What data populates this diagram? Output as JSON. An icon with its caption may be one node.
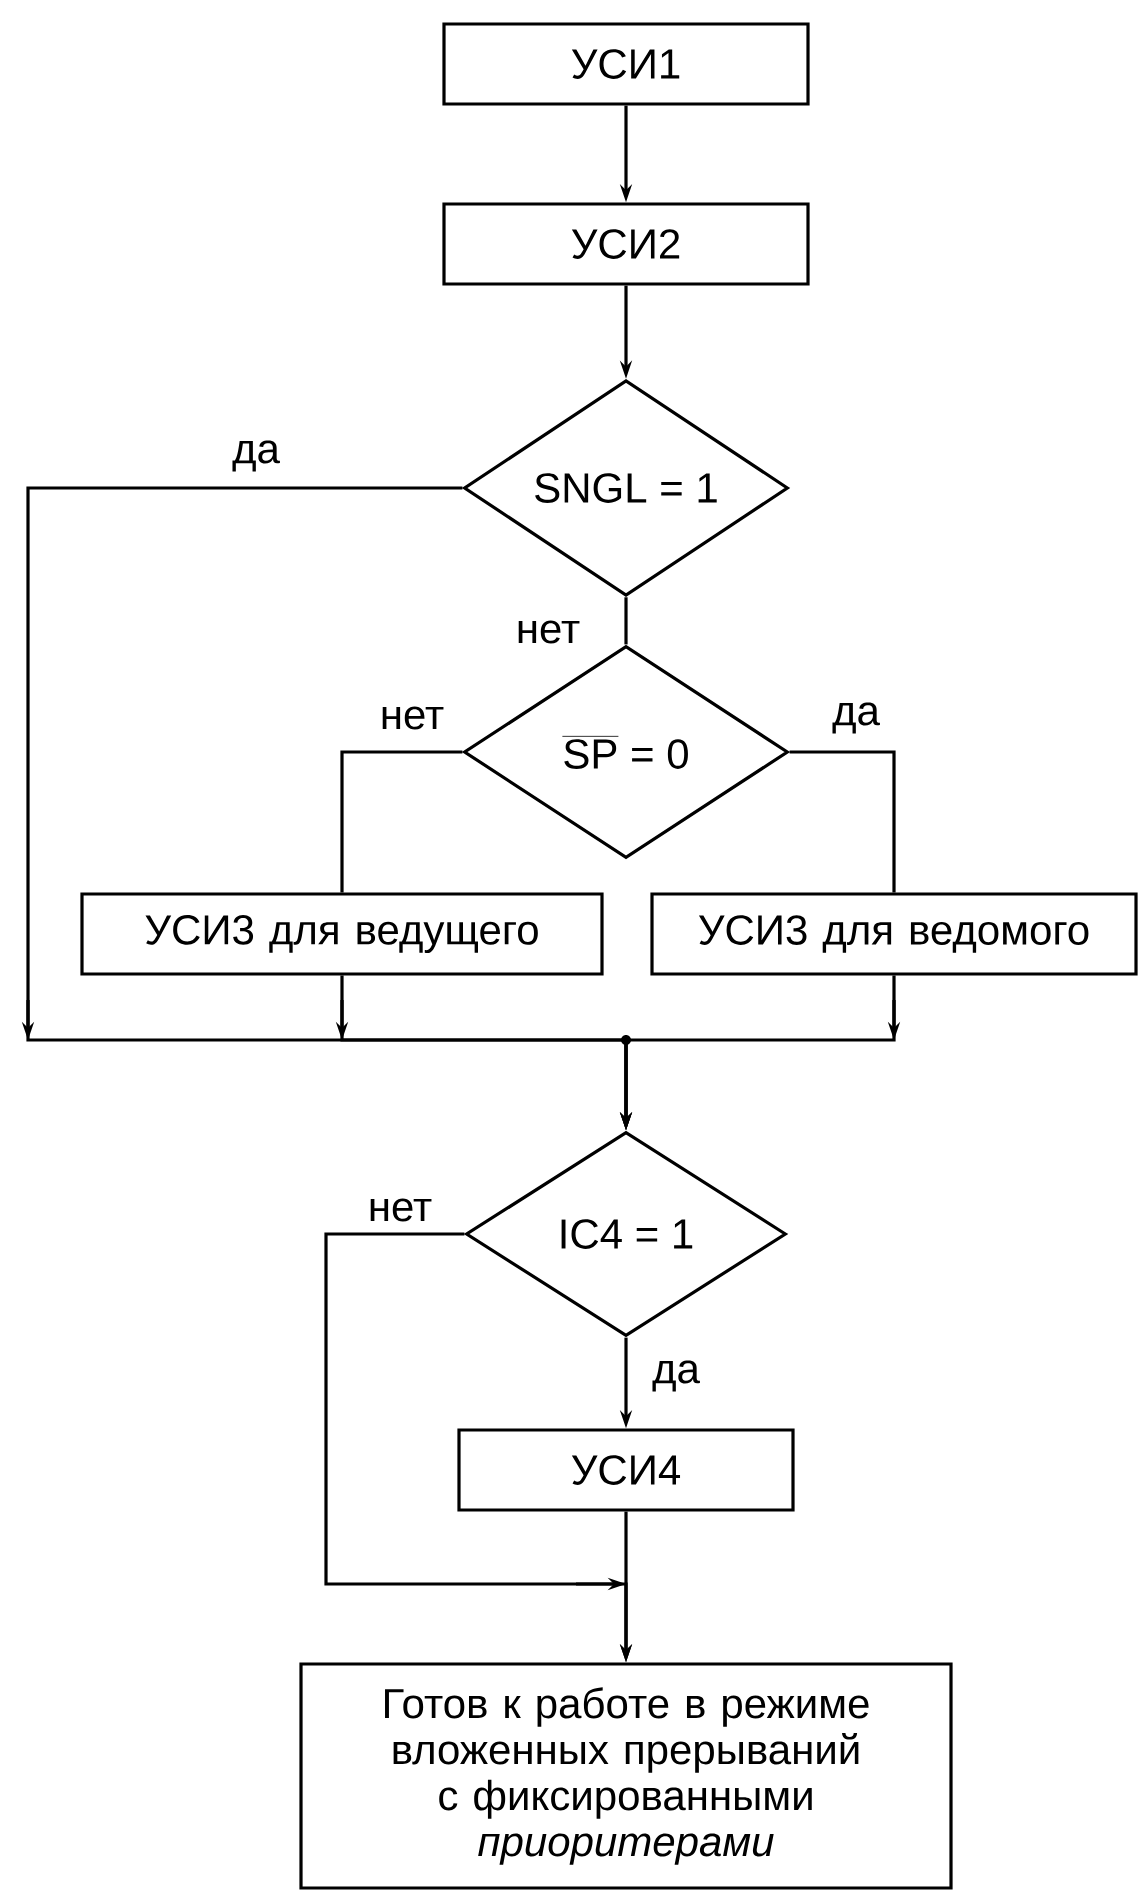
{
  "diagram": {
    "nodes": [
      {
        "text": [
          "УСИ1"
        ]
      },
      {
        "text": [
          "УСИ2"
        ]
      },
      {
        "text": [
          "SNGL = 1"
        ]
      },
      {
        "text": [
          "\\overline{\\textrm{SP}}\\textrm{ = 0}"
        ]
      },
      {
        "text": [
          "УСИ3 для ведущего"
        ]
      },
      {
        "text": [
          "УСИ3 для ведомого"
        ]
      },
      {
        "text": [
          "IC4 = 1"
        ]
      },
      {
        "text": [
          "УСИ4"
        ]
      },
      {
        "text": [
          "Готов к работе в режиме вложенных прерываний с фиксированными *приоритерами*"
        ]
      }
    ],
    "edges": [
      {
        "from": 0,
        "to": 1,
        "arrow": "to"
      },
      {
        "from": 1,
        "to": 2,
        "arrow": "to"
      },
      {
        "from": 2,
        "to": 3,
        "arrow": "none",
        "label": "нет"
      },
      {
        "from": 3,
        "to": 4,
        "arrow": "none",
        "label": "нет"
      },
      {
        "from": 3,
        "to": 5,
        "arrow": "none",
        "label": "да"
      },
      {
        "from": 2,
        "to": 6,
        "arrow": "to",
        "label": "да"
      },
      {
        "from": 4,
        "to": 6,
        "arrow": "to"
      },
      {
        "from": 5,
        "to": 6,
        "arrow": "to"
      },
      {
        "from": 6,
        "to": 7,
        "arrow": "to",
        "label": "да"
      },
      {
        "from": 6,
        "to": 8,
        "arrow": "to",
        "label": "нет"
      },
      {
        "from": 7,
        "to": 8,
        "arrow": "to"
      }
    ]
  }
}
